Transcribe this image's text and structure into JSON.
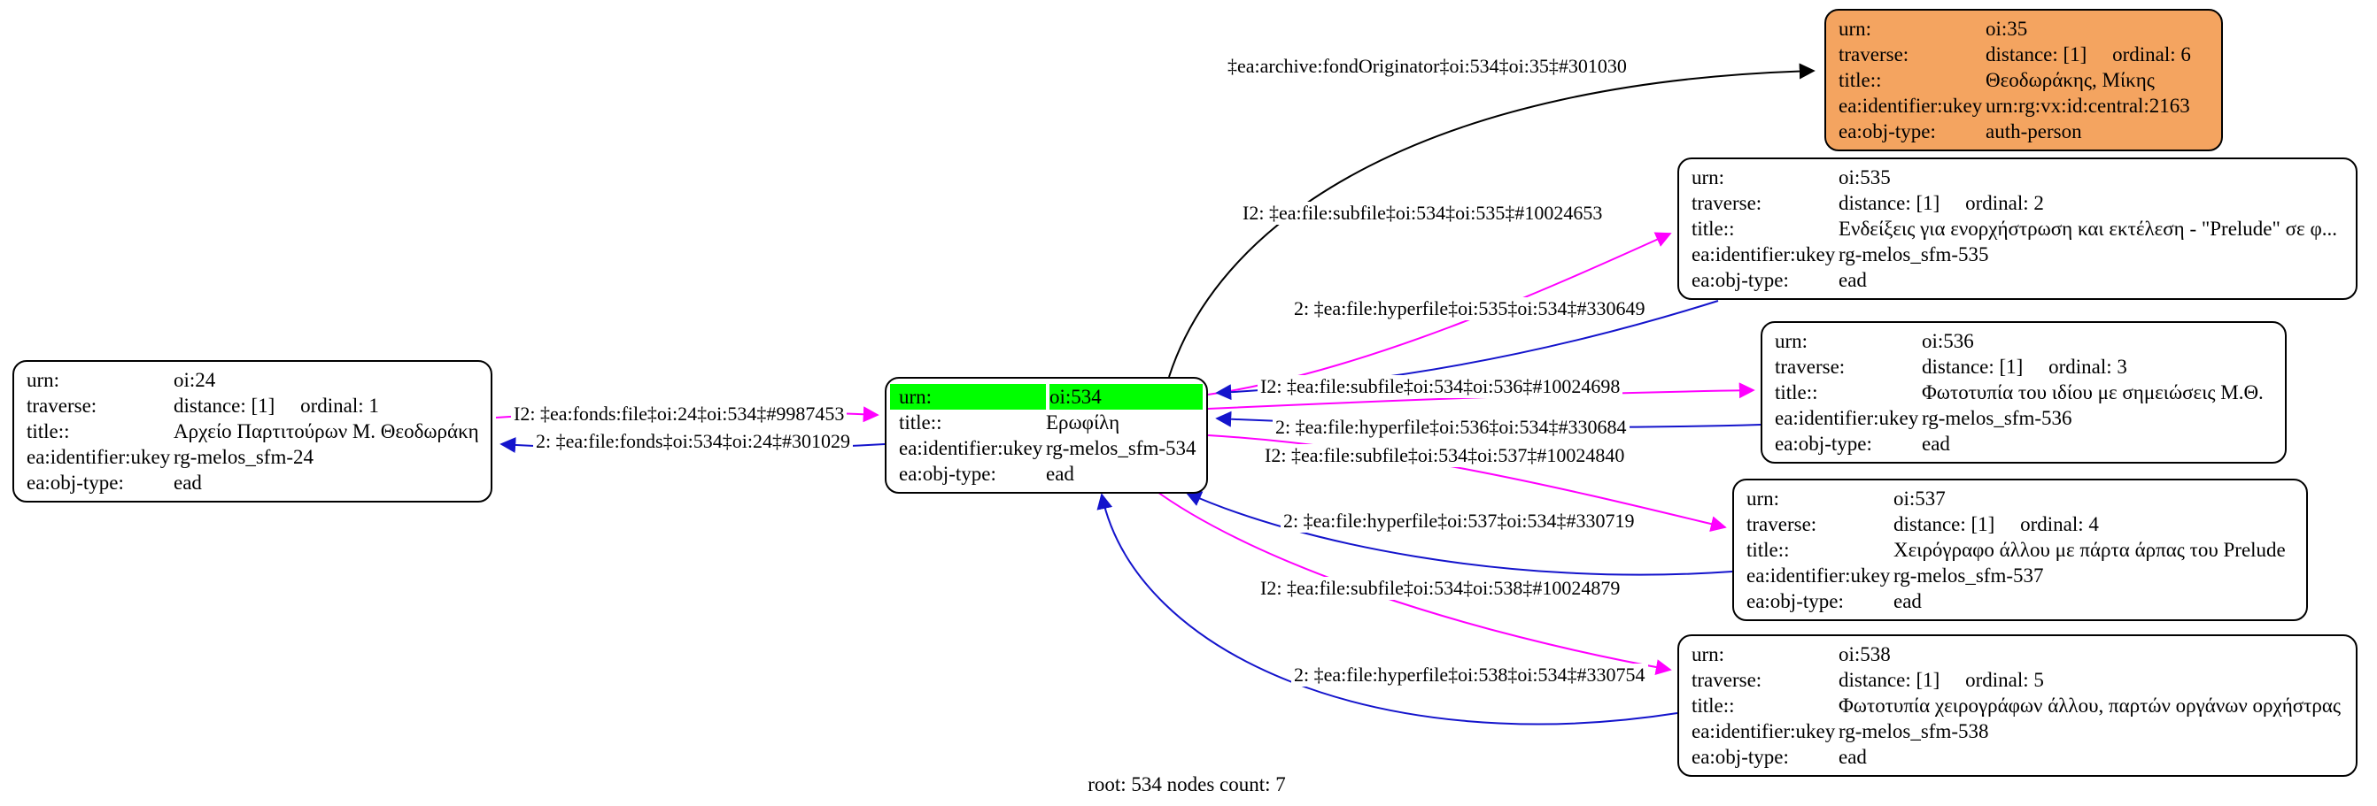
{
  "colors": {
    "highlight": "#00FF00",
    "person_fill": "#F4A460",
    "edge_subfile": "#FF00FF",
    "edge_hyperfile": "#1414CC",
    "edge_originator": "#000000"
  },
  "footer": {
    "text": "root: 534 nodes count: 7"
  },
  "nodes": {
    "oi24": {
      "rows": [
        {
          "label": "urn:",
          "value": "oi:24"
        },
        {
          "label": "traverse:",
          "value": "distance: [1]     ordinal: 1"
        },
        {
          "label": "title::",
          "value": "Αρχείο Παρτιτούρων Μ. Θεοδωράκη"
        },
        {
          "label": "ea:identifier:ukey",
          "value": "rg-melos_sfm-24"
        },
        {
          "label": "ea:obj-type:",
          "value": "ead"
        }
      ]
    },
    "oi534": {
      "rows": [
        {
          "label": "urn:",
          "value": "oi:534"
        },
        {
          "label": "title::",
          "value": "Ερωφίλη"
        },
        {
          "label": "ea:identifier:ukey",
          "value": "rg-melos_sfm-534"
        },
        {
          "label": "ea:obj-type:",
          "value": "ead"
        }
      ]
    },
    "oi35": {
      "rows": [
        {
          "label": "urn:",
          "value": "oi:35"
        },
        {
          "label": "traverse:",
          "value": "distance: [1]     ordinal: 6"
        },
        {
          "label": "title::",
          "value": "Θεοδωράκης, Μίκης"
        },
        {
          "label": "ea:identifier:ukey",
          "value": "urn:rg:vx:id:central:2163"
        },
        {
          "label": "ea:obj-type:",
          "value": "auth-person"
        }
      ]
    },
    "oi535": {
      "rows": [
        {
          "label": "urn:",
          "value": "oi:535"
        },
        {
          "label": "traverse:",
          "value": "distance: [1]     ordinal: 2"
        },
        {
          "label": "title::",
          "value": "Ενδείξεις για ενορχήστρωση και εκτέλεση - \"Prelude\" σε φ..."
        },
        {
          "label": "ea:identifier:ukey",
          "value": "rg-melos_sfm-535"
        },
        {
          "label": "ea:obj-type:",
          "value": "ead"
        }
      ]
    },
    "oi536": {
      "rows": [
        {
          "label": "urn:",
          "value": "oi:536"
        },
        {
          "label": "traverse:",
          "value": "distance: [1]     ordinal: 3"
        },
        {
          "label": "title::",
          "value": "Φωτοτυπία του ιδίου με σημειώσεις Μ.Θ."
        },
        {
          "label": "ea:identifier:ukey",
          "value": "rg-melos_sfm-536"
        },
        {
          "label": "ea:obj-type:",
          "value": "ead"
        }
      ]
    },
    "oi537": {
      "rows": [
        {
          "label": "urn:",
          "value": "oi:537"
        },
        {
          "label": "traverse:",
          "value": "distance: [1]     ordinal: 4"
        },
        {
          "label": "title::",
          "value": "Χειρόγραφο άλλου με πάρτα άρπας του Prelude"
        },
        {
          "label": "ea:identifier:ukey",
          "value": "rg-melos_sfm-537"
        },
        {
          "label": "ea:obj-type:",
          "value": "ead"
        }
      ]
    },
    "oi538": {
      "rows": [
        {
          "label": "urn:",
          "value": "oi:538"
        },
        {
          "label": "traverse:",
          "value": "distance: [1]     ordinal: 5"
        },
        {
          "label": "title::",
          "value": "Φωτοτυπία χειρογράφων άλλου, παρτών οργάνων ορχήστρας"
        },
        {
          "label": "ea:identifier:ukey",
          "value": "rg-melos_sfm-538"
        },
        {
          "label": "ea:obj-type:",
          "value": "ead"
        }
      ]
    }
  },
  "edges": [
    {
      "id": "fondOriginator",
      "label": "‡ea:archive:fondOriginator‡oi:534‡oi:35‡#301030"
    },
    {
      "id": "subfile-535",
      "label": "I2: ‡ea:file:subfile‡oi:534‡oi:535‡#10024653"
    },
    {
      "id": "hyperfile-535",
      "label": "2: ‡ea:file:hyperfile‡oi:535‡oi:534‡#330649"
    },
    {
      "id": "subfile-536",
      "label": "I2: ‡ea:file:subfile‡oi:534‡oi:536‡#10024698"
    },
    {
      "id": "hyperfile-536",
      "label": "2: ‡ea:file:hyperfile‡oi:536‡oi:534‡#330684"
    },
    {
      "id": "subfile-537",
      "label": "I2: ‡ea:file:subfile‡oi:534‡oi:537‡#10024840"
    },
    {
      "id": "hyperfile-537",
      "label": "2: ‡ea:file:hyperfile‡oi:537‡oi:534‡#330719"
    },
    {
      "id": "subfile-538",
      "label": "I2: ‡ea:file:subfile‡oi:534‡oi:538‡#10024879"
    },
    {
      "id": "hyperfile-538",
      "label": "2: ‡ea:file:hyperfile‡oi:538‡oi:534‡#330754"
    },
    {
      "id": "fonds-file",
      "label": "I2: ‡ea:fonds:file‡oi:24‡oi:534‡#9987453"
    },
    {
      "id": "file-fonds",
      "label": "2: ‡ea:file:fonds‡oi:534‡oi:24‡#301029"
    }
  ]
}
